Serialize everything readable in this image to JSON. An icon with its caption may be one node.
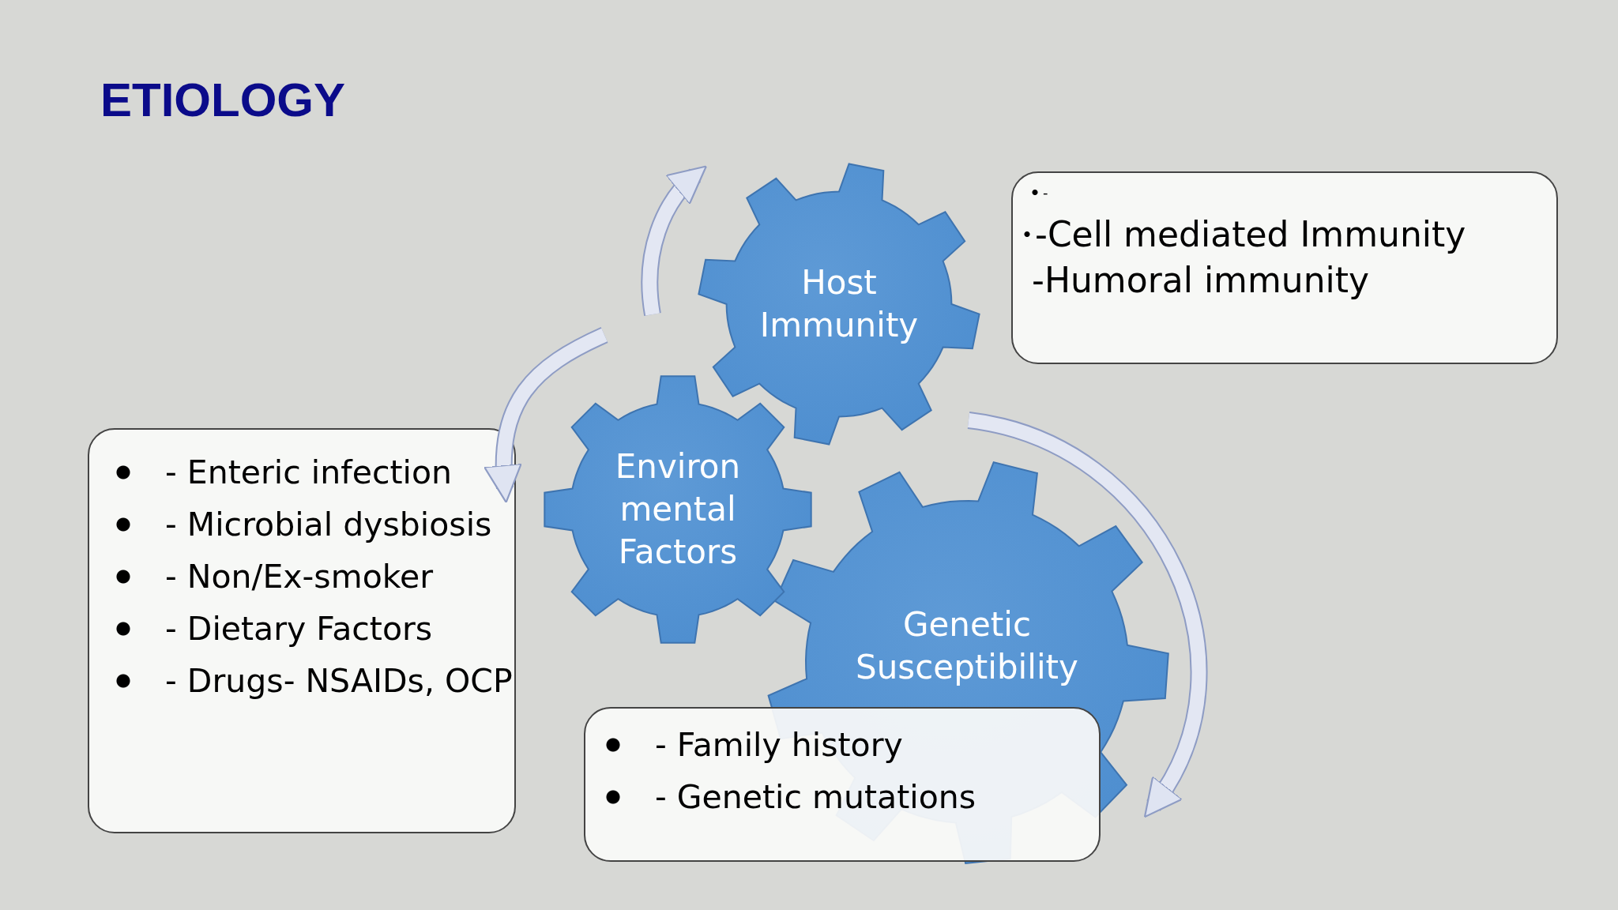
{
  "diagram": {
    "title": "ETIOLOGY",
    "nodes": [
      {
        "text": [
          "Host Immunity"
        ]
      },
      {
        "text": [
          "-",
          "-Cell mediated Immunity",
          "-Humoral immunity"
        ]
      },
      {
        "text": [
          "Environ mental Factors"
        ]
      },
      {
        "text": [
          "- Enteric infection",
          "- Microbial dysbiosis",
          "- Non/Ex-smoker",
          "- Dietary Factors",
          "- Drugs- NSAIDs, OCP"
        ]
      },
      {
        "text": [
          "Genetic Susceptibility"
        ]
      },
      {
        "text": [
          "- Family history",
          "- Genetic mutations"
        ]
      }
    ],
    "edges": [
      {
        "from": null,
        "to": 3,
        "arrow": "to"
      }
    ]
  }
}
